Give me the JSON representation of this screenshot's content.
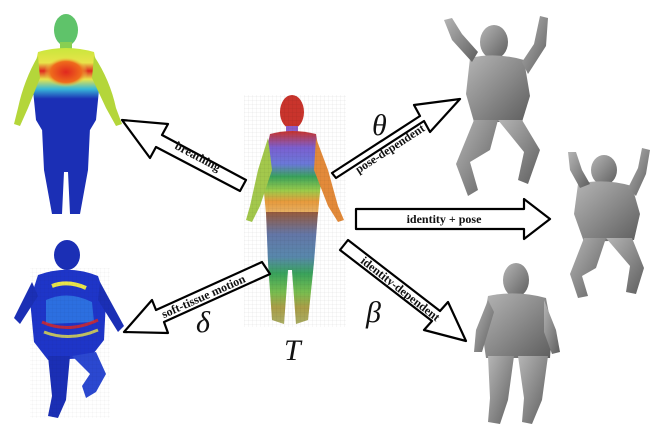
{
  "figure": {
    "template_symbol": "T",
    "theta_symbol": "θ",
    "beta_symbol": "β",
    "delta_symbol": "δ"
  },
  "arrows": {
    "breathing": "breathing",
    "pose_dependent": "pose-dependent",
    "identity_pose": "identity + pose",
    "identity_dependent": "identity-dependent",
    "soft_tissue": "soft-tissue motion"
  },
  "colors": {
    "mesh_gray": "#8a8a8a",
    "heat_blue": "#1b2fb5",
    "heat_red": "#e0281e",
    "heat_yellow": "#e9e44a",
    "arrow_fill": "#ffffff",
    "arrow_stroke": "#000000"
  },
  "icons": {
    "template": "colored-template-body-icon",
    "breathing": "breathing-heatmap-body-icon",
    "soft_tissue": "soft-tissue-heatmap-body-icon",
    "pose": "pose-dependent-body-icon",
    "identity_pose": "identity-pose-body-icon",
    "identity": "identity-dependent-body-icon"
  }
}
